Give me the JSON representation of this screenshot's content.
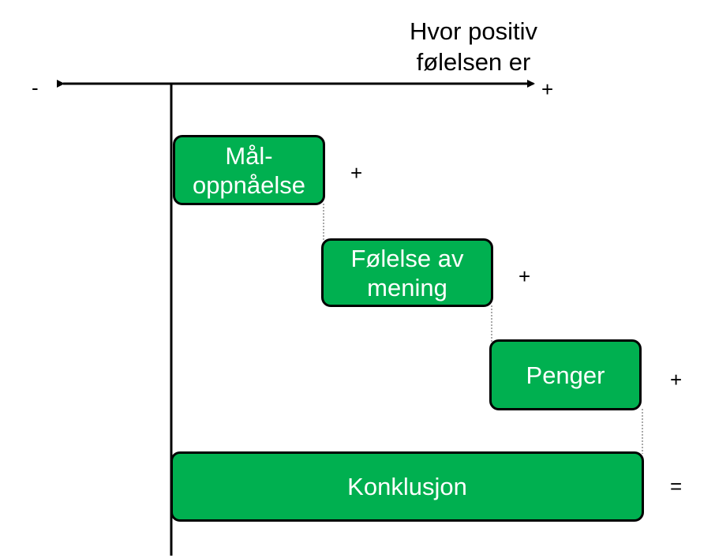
{
  "axis": {
    "title_line1": "Hvor positiv",
    "title_line2": "følelsen er",
    "negative_label": "-",
    "positive_label": "+"
  },
  "steps": [
    {
      "line1": "Mål-",
      "line2": "oppnåelse",
      "operator": "+"
    },
    {
      "line1": "Følelse av",
      "line2": "mening",
      "operator": "+"
    },
    {
      "line1": "Penger",
      "operator": "+"
    }
  ],
  "conclusion": {
    "label": "Konklusjon",
    "operator": "="
  },
  "colors": {
    "box_fill": "#00b050",
    "box_border": "#000000",
    "box_text": "#ffffff",
    "lines": "#000000"
  }
}
